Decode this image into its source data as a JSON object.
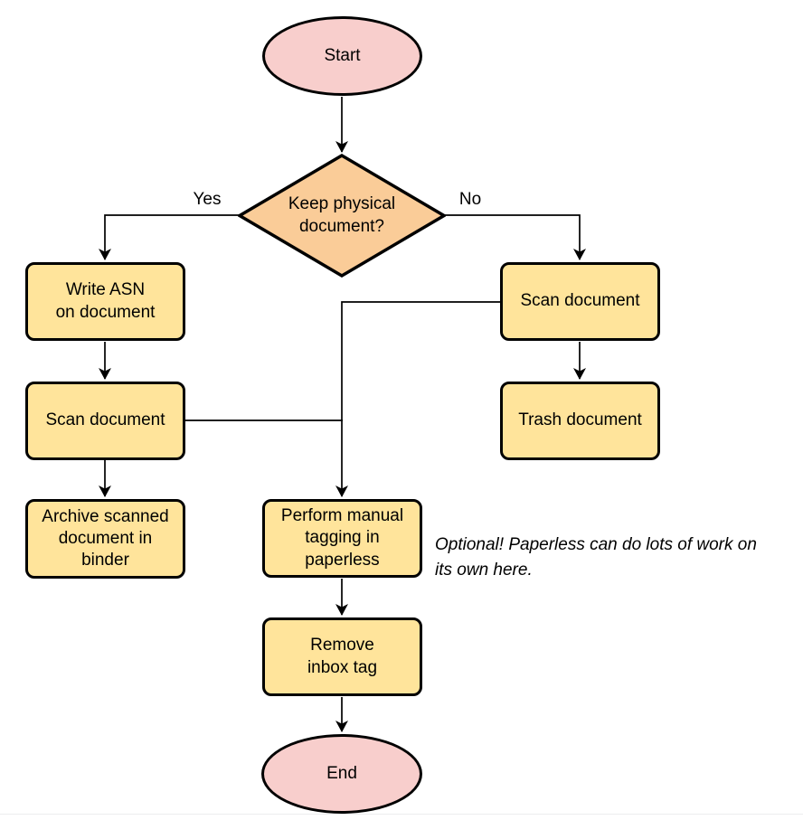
{
  "flowchart": {
    "nodes": {
      "start": {
        "label": "Start",
        "type": "terminal"
      },
      "decision": {
        "label": "Keep physical\ndocument?",
        "type": "decision"
      },
      "write_asn": {
        "label": "Write ASN\non document",
        "type": "process"
      },
      "scan_left": {
        "label": "Scan document",
        "type": "process"
      },
      "archive": {
        "label": "Archive scanned\ndocument in\nbinder",
        "type": "process"
      },
      "scan_right": {
        "label": "Scan document",
        "type": "process"
      },
      "trash": {
        "label": "Trash document",
        "type": "process"
      },
      "tagging": {
        "label": "Perform manual\ntagging in\npaperless",
        "type": "process"
      },
      "remove_inbox": {
        "label": "Remove\ninbox tag",
        "type": "process"
      },
      "end": {
        "label": "End",
        "type": "terminal"
      }
    },
    "edge_labels": {
      "yes": "Yes",
      "no": "No"
    },
    "annotation": "Optional! Paperless can do lots of work on\nits own here.",
    "colors": {
      "terminal_fill": "#F8CECC",
      "decision_fill": "#FACC98",
      "process_fill": "#FFE49B",
      "stroke": "#000000",
      "connector": "#000000"
    }
  }
}
